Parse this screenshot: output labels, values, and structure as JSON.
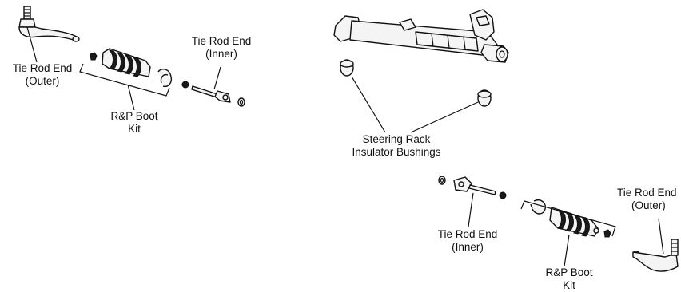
{
  "labels": {
    "tre_outer_left": [
      "Tie Rod End",
      "(Outer)"
    ],
    "tre_inner_top": [
      "Tie Rod End",
      "(Inner)"
    ],
    "boot_kit_left": [
      "R&P Boot",
      "Kit"
    ],
    "bushings": [
      "Steering Rack",
      "Insulator Bushings"
    ],
    "tre_inner_bottom": [
      "Tie Rod End",
      "(Inner)"
    ],
    "tre_outer_right": [
      "Tie Rod End",
      "(Outer)"
    ],
    "boot_kit_right": [
      "R&P Boot",
      "Kit"
    ]
  }
}
